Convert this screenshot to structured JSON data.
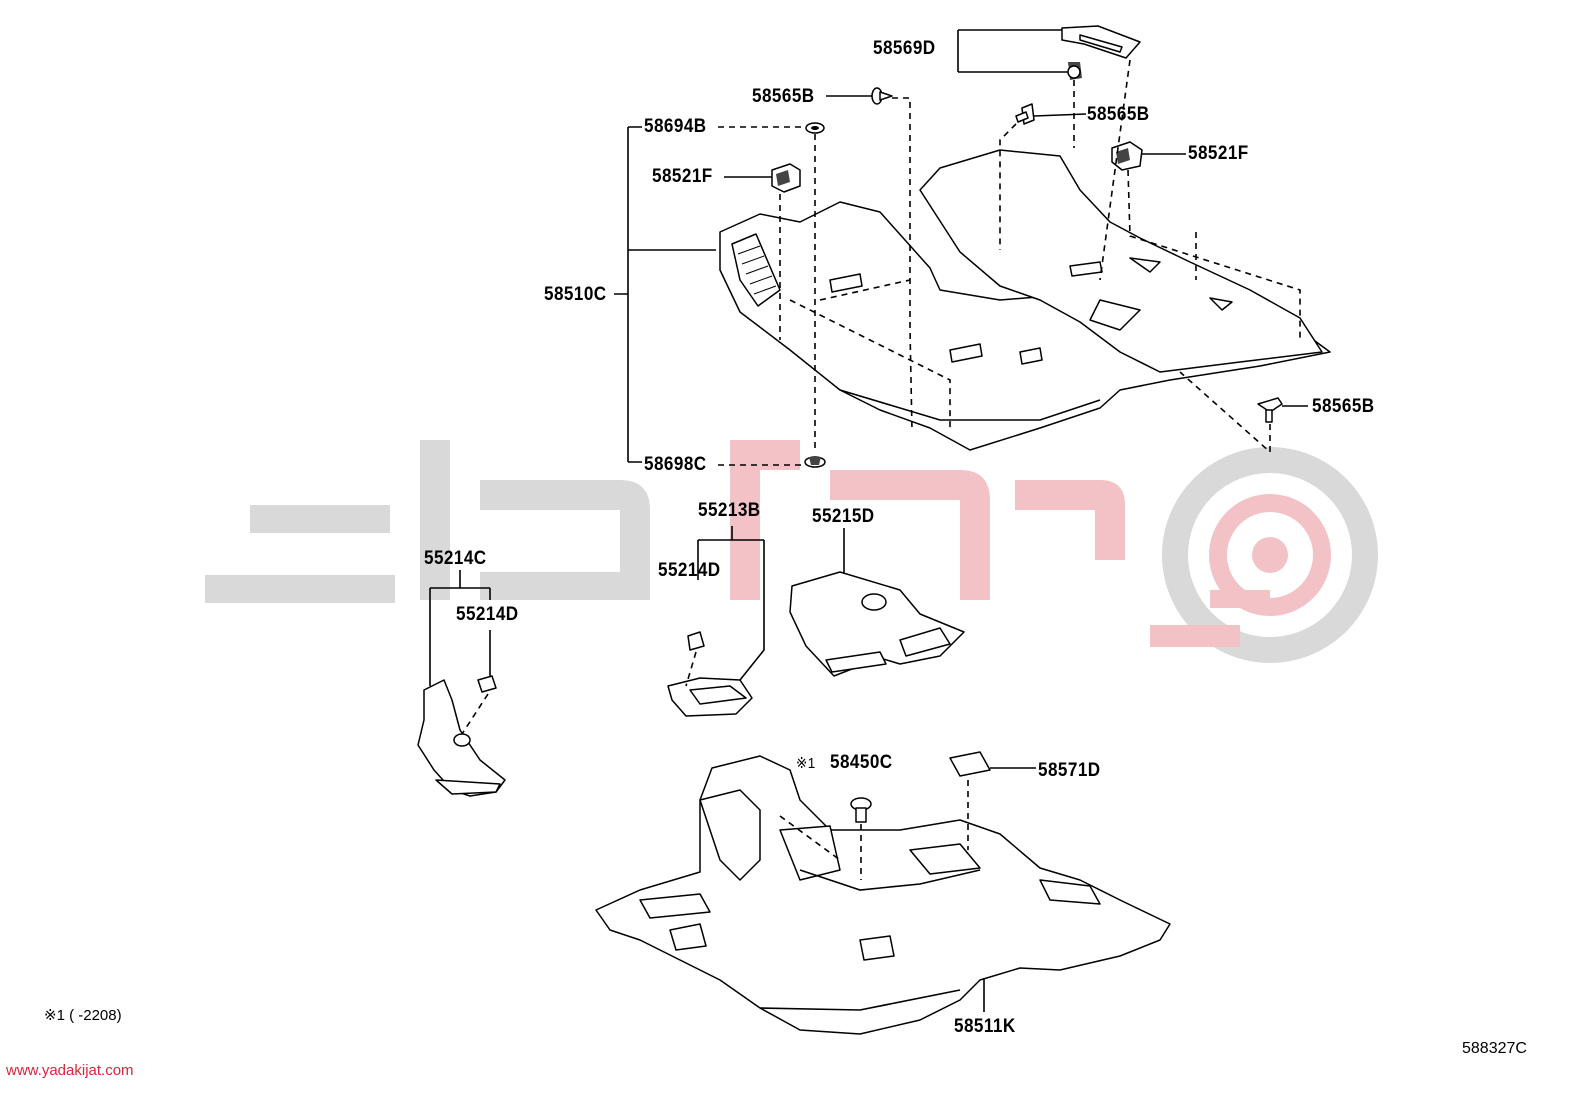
{
  "labels": {
    "l58569D": "58569D",
    "l58565B_top": "58565B",
    "l58565B_right": "58565B",
    "l58565B_lower": "58565B",
    "l58694B": "58694B",
    "l58521F_left": "58521F",
    "l58521F_right": "58521F",
    "l58510C": "58510C",
    "l58698C": "58698C",
    "l55213B": "55213B",
    "l55215D": "55215D",
    "l55214C": "55214C",
    "l55214D_left": "55214D",
    "l55214D_mid": "55214D",
    "l58450C": "58450C",
    "l58450C_mark": "※1",
    "l58571D": "58571D",
    "l58511K": "58511K"
  },
  "footnote": "※1 (        -2208)",
  "diagram_code": "588327C",
  "watermark_url": "www.yadakijat.com",
  "colors": {
    "watermark_gray": "#d9d9d9",
    "watermark_red": "#f2c2c7",
    "url_red": "#d7263d"
  }
}
